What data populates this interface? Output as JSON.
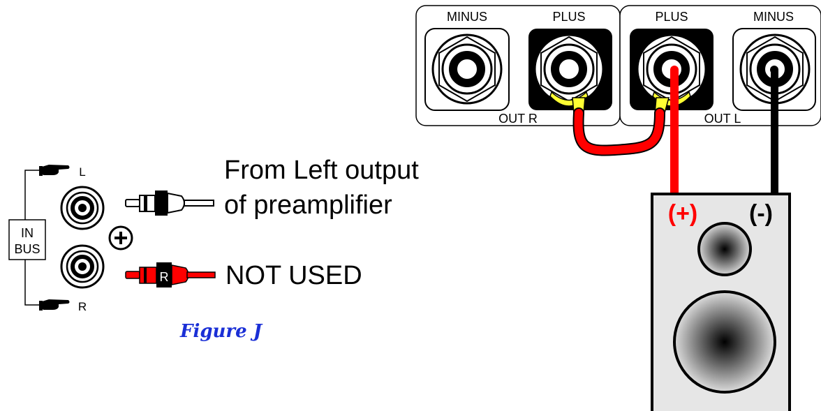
{
  "terminal_panels": {
    "right_channel": {
      "minus_label": "MINUS",
      "plus_label": "PLUS",
      "out_label": "OUT  R"
    },
    "left_channel": {
      "plus_label": "PLUS",
      "minus_label": "MINUS",
      "out_label": "OUT  L"
    }
  },
  "speaker": {
    "plus_label": "(+)",
    "minus_label": "(-)"
  },
  "input_bus": {
    "bus_line1": "IN",
    "bus_line2": "BUS",
    "left_label": "L",
    "right_label": "R",
    "r_plug_label": "R"
  },
  "annotations": {
    "left_input_line1": "From Left output",
    "left_input_line2": "of preamplifier",
    "right_input": "NOT USED",
    "figure_caption": "Figure J"
  },
  "colors": {
    "wire_red": "#ff0000",
    "wire_black": "#000000",
    "lug_yellow": "#ffff33",
    "speaker_grey": "#e6e6e6",
    "caption_blue": "#1a2fd6"
  }
}
